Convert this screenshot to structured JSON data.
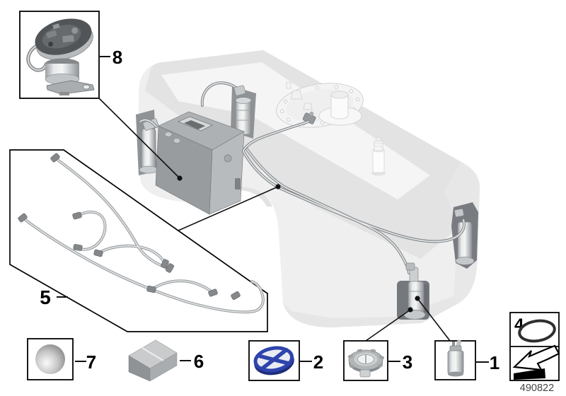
{
  "diagram": {
    "doc_number": "490822",
    "callouts": {
      "c1": {
        "label": "1",
        "icon": "fuel-pump-cartridge"
      },
      "c2": {
        "label": "2",
        "icon": "blue-crossed-seal"
      },
      "c3": {
        "label": "3",
        "icon": "locking-ring"
      },
      "c4": {
        "label": "4",
        "icon": "o-ring-with-install-direction-arrow"
      },
      "c5": {
        "label": "5",
        "icon": "fuel-hose-set"
      },
      "c6": {
        "label": "6",
        "icon": "repair-kit-box"
      },
      "c7": {
        "label": "7",
        "icon": "ball"
      },
      "c8": {
        "label": "8",
        "icon": "fuel-delivery-unit-with-flange"
      }
    },
    "colors": {
      "seal_blue": "#2e44ac",
      "seal_blue_dark": "#1e2d7a",
      "leader_line": "#111111",
      "doc_number_color": "#454545",
      "tank_light": "#efefef",
      "tank_band": "#e3e3e3"
    }
  }
}
